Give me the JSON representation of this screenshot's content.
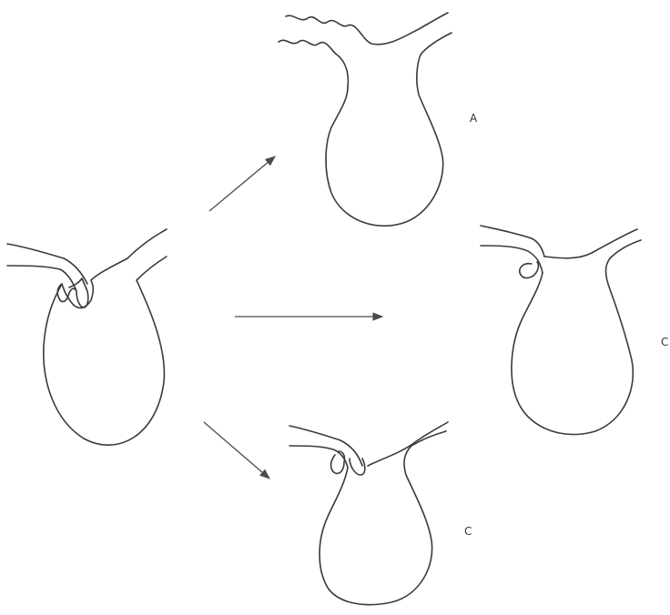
{
  "labels": {
    "a": "A",
    "b": "C",
    "c": "C"
  },
  "colors": {
    "line": "#3a3a3a",
    "background": "#ffffff"
  }
}
